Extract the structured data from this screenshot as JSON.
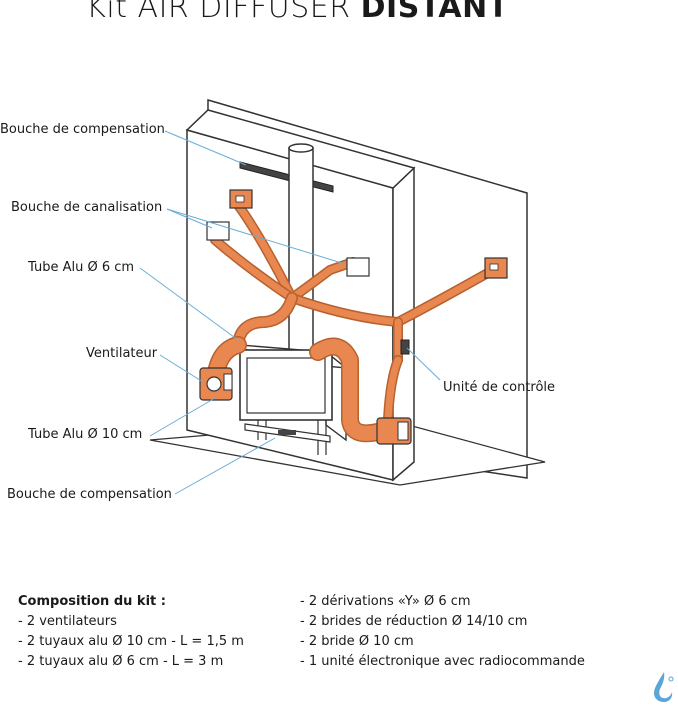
{
  "title": {
    "prefix": "Kit AIR DIFFUSER",
    "bold": "DISTANT"
  },
  "labels": {
    "bouche_compensation_top": "Bouche de compensation",
    "bouche_canalisation": "Bouche de canalisation",
    "tube_alu_6": "Tube Alu Ø 6 cm",
    "ventilateur": "Ventilateur",
    "tube_alu_10": "Tube Alu Ø 10 cm",
    "bouche_compensation_bottom": "Bouche de compensation",
    "unite_controle": "Unité de contrôle"
  },
  "composition": {
    "heading": "Composition du kit :",
    "left_items": [
      "- 2 ventilateurs",
      "- 2 tuyaux alu Ø 10 cm - L = 1,5 m",
      "- 2 tuyaux alu Ø 6 cm - L = 3 m"
    ],
    "right_items": [
      "- 2 dérivations «Y» Ø 6 cm",
      "- 2 brides de réduction Ø 14/10 cm",
      "- 2 bride Ø 10 cm",
      "- 1 unité électronique avec radiocommande"
    ]
  },
  "colors": {
    "duct": "#e8874f",
    "duct_edge": "#b8612e",
    "leader": "#6aaed6",
    "line": "#333333"
  }
}
